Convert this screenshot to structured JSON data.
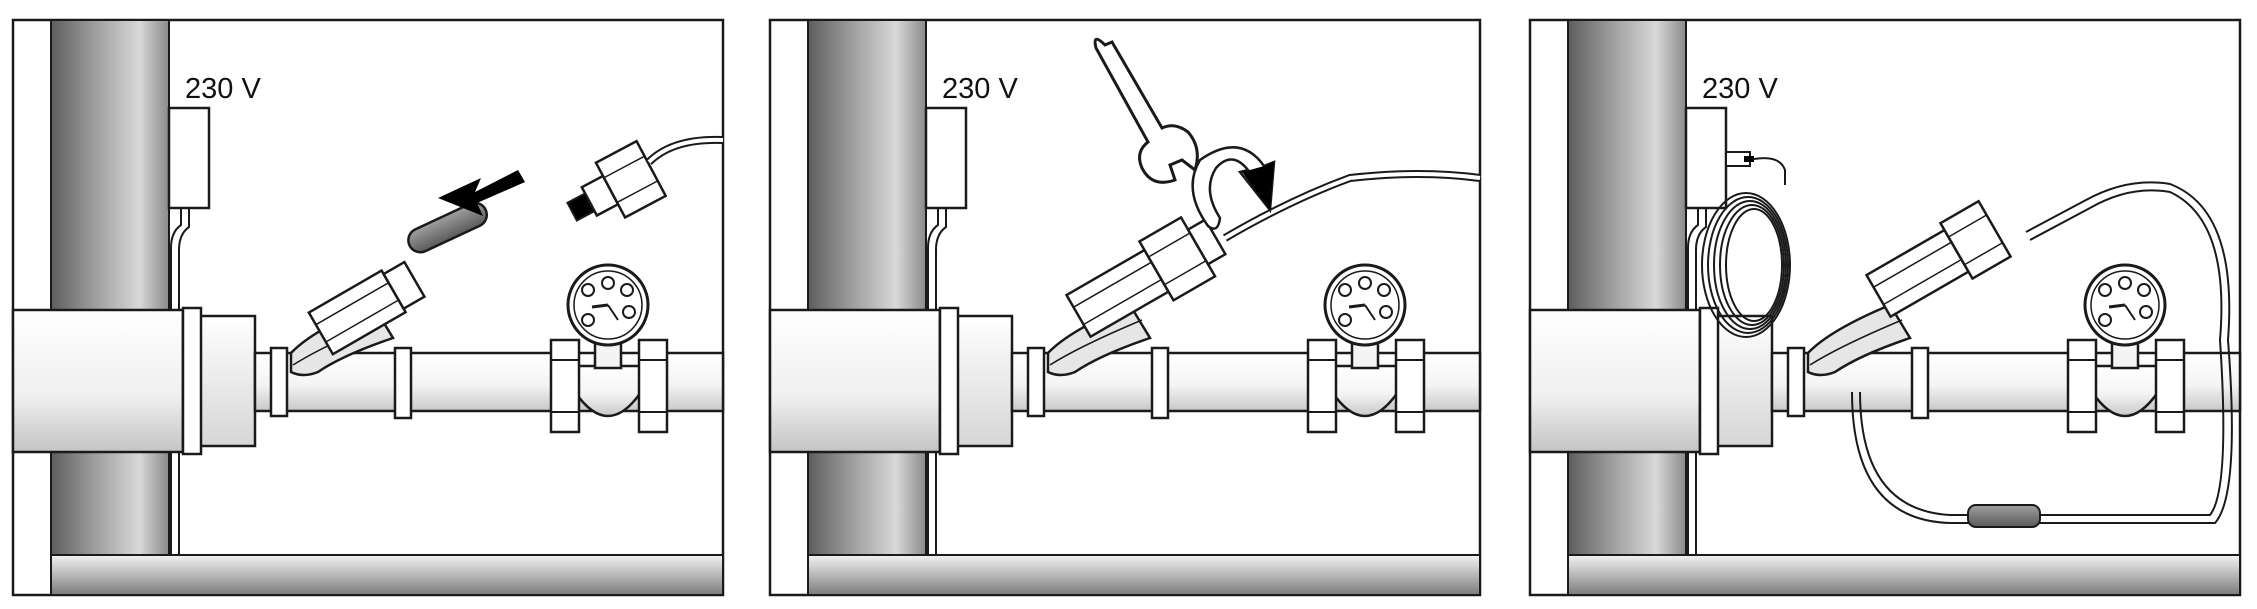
{
  "panels": [
    {
      "voltage_label": "230 V",
      "step": "remove-sensor-plug"
    },
    {
      "voltage_label": "230 V",
      "step": "tighten-union-nut-with-wrench"
    },
    {
      "voltage_label": "230 V",
      "step": "coiled-cable-connected"
    }
  ],
  "colors": {
    "line": "#1a1a1a",
    "wall_dark": "#6d6d6d",
    "wall_light": "#d2d2d2",
    "pipe_shade": "#dcdcdc",
    "sensor_plug": "#7a7a7a",
    "arrow": "#000000"
  }
}
